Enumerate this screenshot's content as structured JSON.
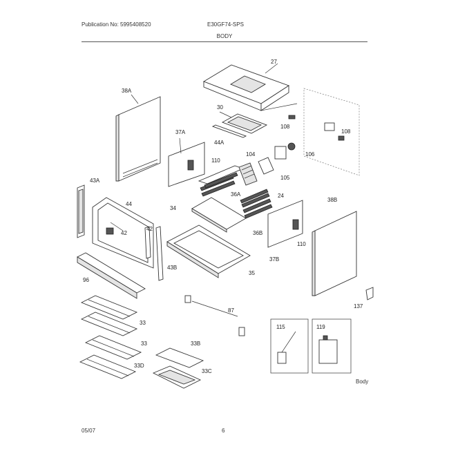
{
  "header": {
    "publication": "Publication No: 5995408520",
    "model": "E30GF74-SPS",
    "section": "BODY"
  },
  "footer": {
    "date": "05/07",
    "page": "6"
  },
  "corner_label": "Body",
  "callouts": {
    "c27": "27",
    "c38a": "38A",
    "c30": "30",
    "c37a": "37A",
    "c108a": "108",
    "c108b": "108",
    "c44a": "44A",
    "c104": "104",
    "c106": "106",
    "c110a": "110",
    "c105": "105",
    "c43a": "43A",
    "c36a": "36A",
    "c44": "44",
    "c24": "24",
    "c38b": "38B",
    "c34": "34",
    "c42a": "42",
    "c42b": "42",
    "c36b": "36B",
    "c110b": "110",
    "c37b": "37B",
    "c43b": "43B",
    "c96": "96",
    "c35": "35",
    "c137": "137",
    "c33a": "33",
    "c33b": "33",
    "c33d": "33D",
    "c33b2": "33B",
    "c33c": "33C",
    "c87": "87",
    "c115": "115",
    "c119": "119"
  }
}
